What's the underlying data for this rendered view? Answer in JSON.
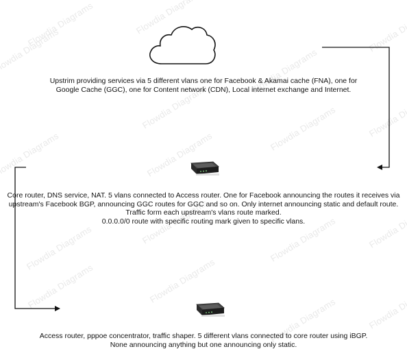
{
  "watermark_text": "Flowdia Diagrams",
  "nodes": {
    "cloud": {
      "icon": "cloud-icon",
      "lines": [
        "Upstrim providing services via 5 different vlans one for Facebook & Akamai cache (FNA), one for",
        "Google Cache (GGC), one for Content network (CDN), Local internet exchange and Internet."
      ]
    },
    "core_router": {
      "icon": "router-icon",
      "lines": [
        "Core router, DNS service, NAT. 5 vlans connected to Access router. One for Facebook announcing the routes it receives via",
        "upstream's Facebook BGP, announcing GGC routes for GGC and so on. Only internet announcing static and default route.",
        "Traffic form each upstream's vlans route marked.",
        "0.0.0.0/0 route with specific routing mark given to specific vlans."
      ]
    },
    "access_router": {
      "icon": "router-icon",
      "lines": [
        "Access router, pppoe concentrator, traffic shaper. 5 different vlans connected to core router using iBGP.",
        "None announcing anything but one announcing only static."
      ]
    }
  },
  "colors": {
    "line": "#111111",
    "watermark": "#e9e9e9"
  }
}
